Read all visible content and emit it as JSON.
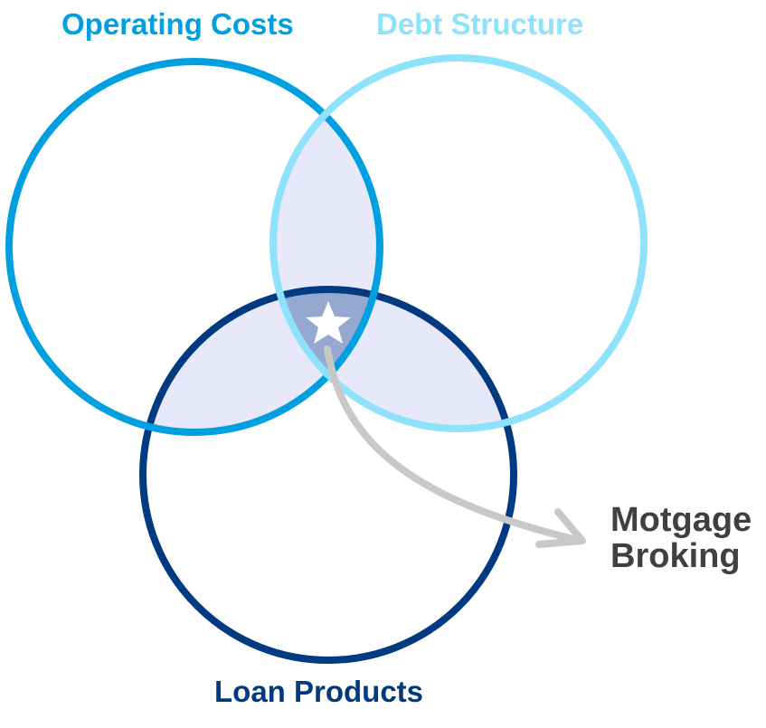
{
  "sets": [
    {
      "label": "Operating Costs",
      "color": "#00a0e0"
    },
    {
      "label": "Debt Structure",
      "color": "#8fe2fb"
    },
    {
      "label": "Loan Products",
      "color": "#003a80"
    }
  ],
  "colors": {
    "pair_overlap": "#e8e8fb",
    "triple_overlap": "#94a8d0",
    "arrow": "#c8c8c8"
  },
  "center_marker": "star-icon",
  "annotation": {
    "line1": "Motgage",
    "line2": "Broking"
  }
}
